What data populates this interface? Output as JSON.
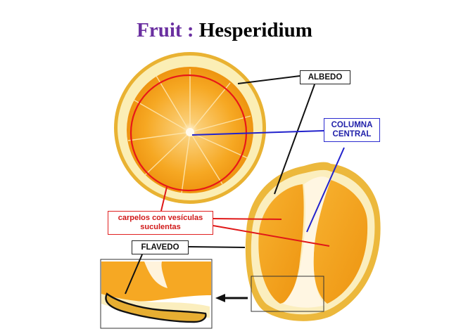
{
  "title": {
    "prefix": "Fruit :",
    "main": "Hesperidium"
  },
  "labels": {
    "albedo": "ALBEDO",
    "columna_line1": "COLUMNA",
    "columna_line2": "CENTRAL",
    "carpelos_line1": "carpelos con vesículas",
    "carpelos_line2": "suculentas",
    "flavedo": "FLAVEDO"
  },
  "colors": {
    "title_accent": "#6a2fa0",
    "pointer_black": "#111111",
    "pointer_blue": "#2222cc",
    "pointer_red": "#e01818",
    "peel": "#f3c24a",
    "pulp": "#f5a623"
  }
}
